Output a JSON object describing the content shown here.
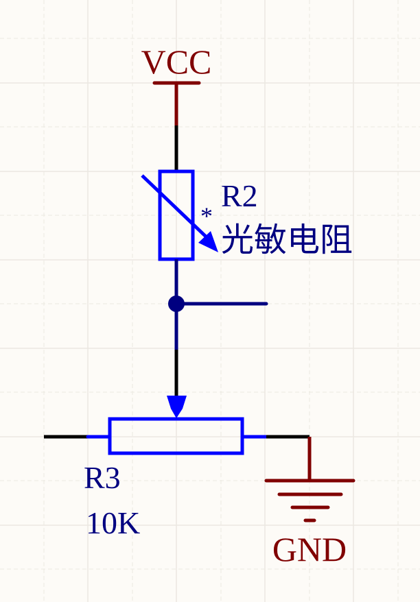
{
  "schematic": {
    "colors": {
      "background": "#fdfbf7",
      "power": "#800000",
      "component": "#0000ff",
      "wire": "#000080",
      "pin": "#000000",
      "label": "#000080"
    },
    "power_ports": {
      "vcc": {
        "net": "VCC"
      },
      "gnd": {
        "net": "GND"
      }
    },
    "components": {
      "r2": {
        "designator": "R2",
        "comment": "光敏电阻",
        "marker": "*",
        "type": "photoresistor"
      },
      "r3": {
        "designator": "R3",
        "value": "10K",
        "type": "potentiometer"
      }
    }
  }
}
